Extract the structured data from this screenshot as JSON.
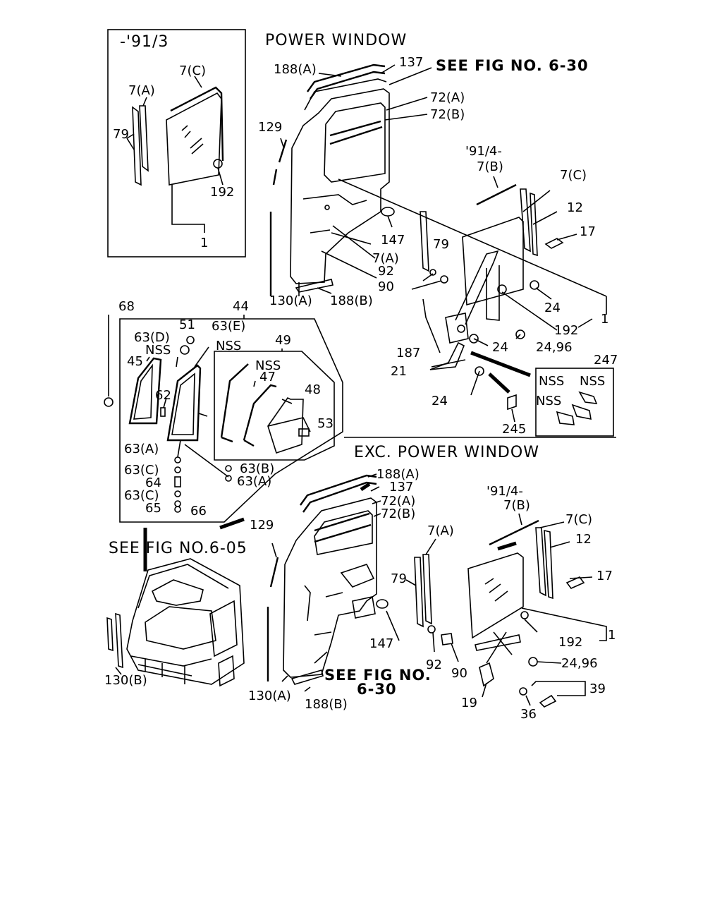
{
  "headings": {
    "power_window": "POWER WINDOW",
    "exc_power_window": "EXC. POWER WINDOW",
    "see_fig_630_top": "SEE FIG NO. 6-30",
    "see_fig_605": "SEE FIG NO.6-05",
    "see_fig_630_bottom_1": "SEE FIG NO.",
    "see_fig_630_bottom_2": "6-30",
    "inset_date": "-'91/3",
    "date_pw": "'91/4-",
    "date_exc": "'91/4-"
  },
  "labels": {
    "inset": [
      "7(C)",
      "7(A)",
      "79",
      "192",
      "1"
    ],
    "power": [
      "188(A)",
      "137",
      "72(A)",
      "72(B)",
      "129",
      "147",
      "7(A)",
      "79",
      "92",
      "90",
      "130(A)",
      "188(B)",
      "7(B)",
      "7(C)",
      "12",
      "17",
      "24",
      "192",
      "1",
      "187",
      "24",
      "24,96",
      "21",
      "24",
      "245",
      "247",
      "NSS",
      "NSS",
      "NSS"
    ],
    "rear": [
      "68",
      "44",
      "51",
      "63(D)",
      "63(E)",
      "NSS",
      "NSS",
      "49",
      "45",
      "NSS",
      "47",
      "48",
      "62",
      "53",
      "63(A)",
      "63(C)",
      "64",
      "63(C)",
      "65",
      "66",
      "63(B)",
      "63(A)"
    ],
    "exc": [
      "188(A)",
      "137",
      "72(A)",
      "72(B)",
      "129",
      "7(B)",
      "7(A)",
      "7(C)",
      "12",
      "17",
      "79",
      "147",
      "192",
      "1",
      "24,96",
      "92",
      "90",
      "19",
      "36",
      "39",
      "130(A)",
      "188(B)",
      "130(B)"
    ]
  }
}
